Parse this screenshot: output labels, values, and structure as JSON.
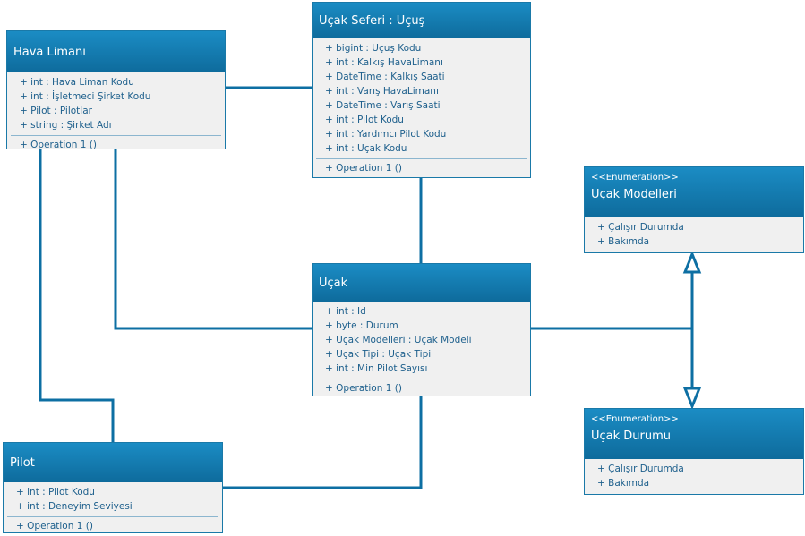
{
  "classes": {
    "hava_limani": {
      "name": "Hava Limanı",
      "attributes": [
        "+ int : Hava Liman Kodu",
        "+ int : İşletmeci Şirket Kodu",
        "+ Pilot : Pilotlar",
        "+ string : Şirket Adı"
      ],
      "operations": [
        "+ Operation 1 ()"
      ]
    },
    "ucak_seferi": {
      "name": "Uçak Seferi : Uçuş",
      "attributes": [
        "+ bigint : Uçuş Kodu",
        "+ int : Kalkış HavaLimanı",
        "+ DateTime : Kalkış Saati",
        "+ int :  Varış  HavaLimanı",
        "+ DateTime : Varış Saati",
        "+ int : Pilot Kodu",
        "+ int : Yardımcı Pilot Kodu",
        "+ int : Uçak Kodu"
      ],
      "operations": [
        "+ Operation 1 ()"
      ]
    },
    "ucak": {
      "name": "Uçak",
      "attributes": [
        "+ int : Id",
        "+ byte : Durum",
        "+ Uçak Modelleri : Uçak Modeli",
        "+ Uçak Tipi : Uçak Tipi",
        "+ int : Min Pilot Sayısı"
      ],
      "operations": [
        "+ Operation 1 ()"
      ]
    },
    "pilot": {
      "name": "Pilot",
      "attributes": [
        "+ int : Pilot Kodu",
        "+ int : Deneyim Seviyesi"
      ],
      "operations": [
        "+ Operation 1 ()"
      ]
    },
    "ucak_modelleri": {
      "stereotype": "<<Enumeration>>",
      "name": "Uçak Modelleri",
      "attributes": [
        "+ Çalışır Durumda",
        "+ Bakımda"
      ]
    },
    "ucak_durumu": {
      "stereotype": "<<Enumeration>>",
      "name": "Uçak Durumu",
      "attributes": [
        "+ Çalışır Durumda",
        "+ Bakımda"
      ]
    }
  },
  "colors": {
    "header": "#1482ba",
    "connector": "#0d6fa3",
    "body": "#f0f0f0",
    "text": "#1d5f8c"
  }
}
